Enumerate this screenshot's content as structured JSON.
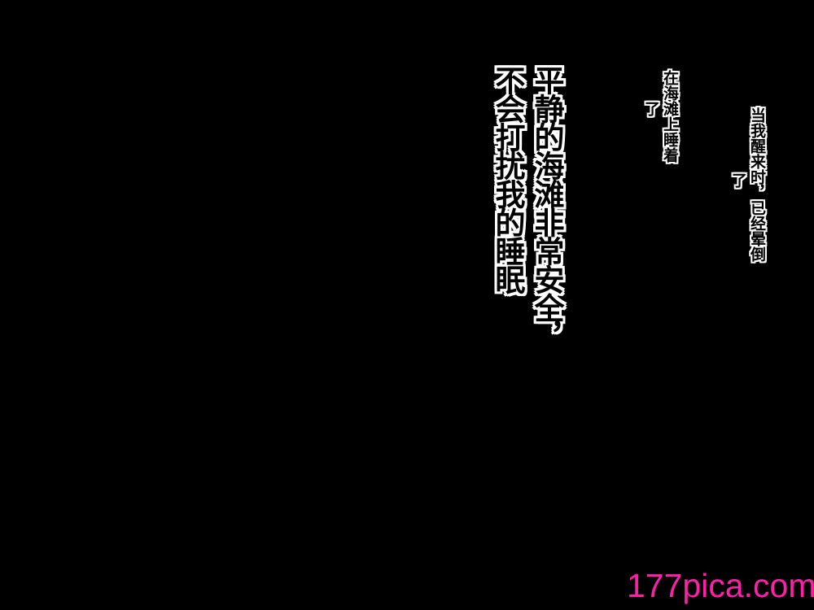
{
  "captions": {
    "right": {
      "line1": "当我醒来时，已经晕倒",
      "line2": "了"
    },
    "middle": {
      "line1": "在海滩上睡着",
      "line2": "了"
    },
    "main": {
      "line1": "平静的海滩非常安全，",
      "line2": "不会打扰我的睡眠"
    }
  },
  "watermark": {
    "text": "177pica.com",
    "color": "#ff1fa8"
  },
  "colors": {
    "background": "#000000",
    "text_fill": "#000000",
    "text_outline": "#ffffff"
  }
}
